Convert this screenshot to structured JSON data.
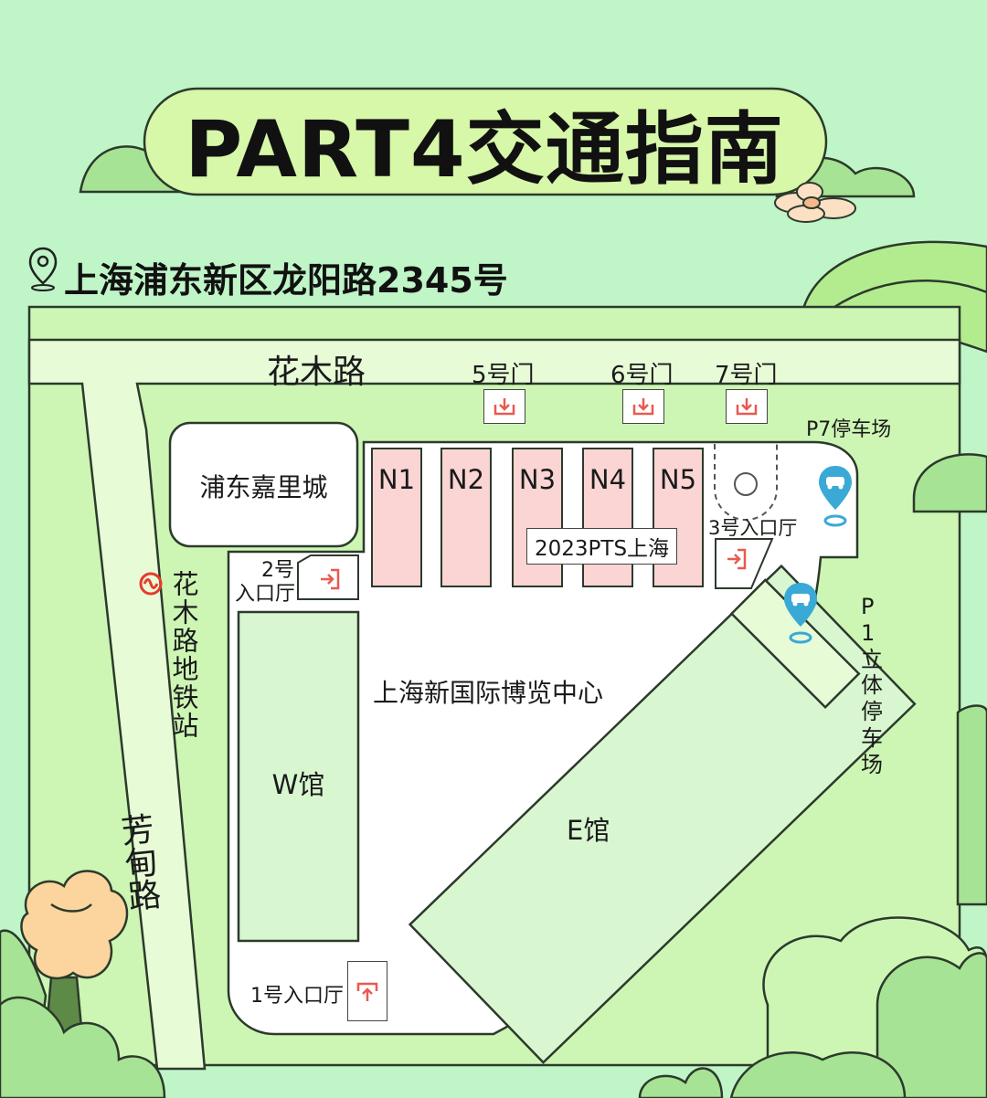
{
  "title": "PART4交通指南",
  "address": "上海浦东新区龙阳路2345号",
  "roads": {
    "north": "花木路",
    "west": "芳甸路"
  },
  "metro_station": "花木路地铁站",
  "gates": [
    "5号门",
    "6号门",
    "7号门"
  ],
  "venue_name": "上海新国际博览中心",
  "mall": "浦东嘉里城",
  "north_halls": [
    "N1",
    "N2",
    "N3",
    "N4",
    "N5"
  ],
  "event_label": "2023PTS上海",
  "halls": {
    "west": "W馆",
    "east": "E馆"
  },
  "entrances": {
    "entrance_1": "1号入口厅",
    "entrance_2_line1": "2号",
    "entrance_2_line2": "入口厅",
    "entrance_3": "3号入口厅"
  },
  "parking": {
    "p7": "P7停车场",
    "p1": "P1立体停车场"
  },
  "icons": {
    "location": "location-pin-icon",
    "metro": "shanghai-metro-icon",
    "gate": "gate-entry-icon",
    "entrance": "entrance-arrow-icon",
    "parking": "car-parking-pin-icon"
  },
  "colors": {
    "background": "#bff5c7",
    "map_green": "#cdf6b4",
    "hall_pink": "#fbd4d4",
    "hall_green": "#d8f7d0",
    "icon_red": "#e85a50",
    "parking_blue": "#3aa9d6"
  }
}
